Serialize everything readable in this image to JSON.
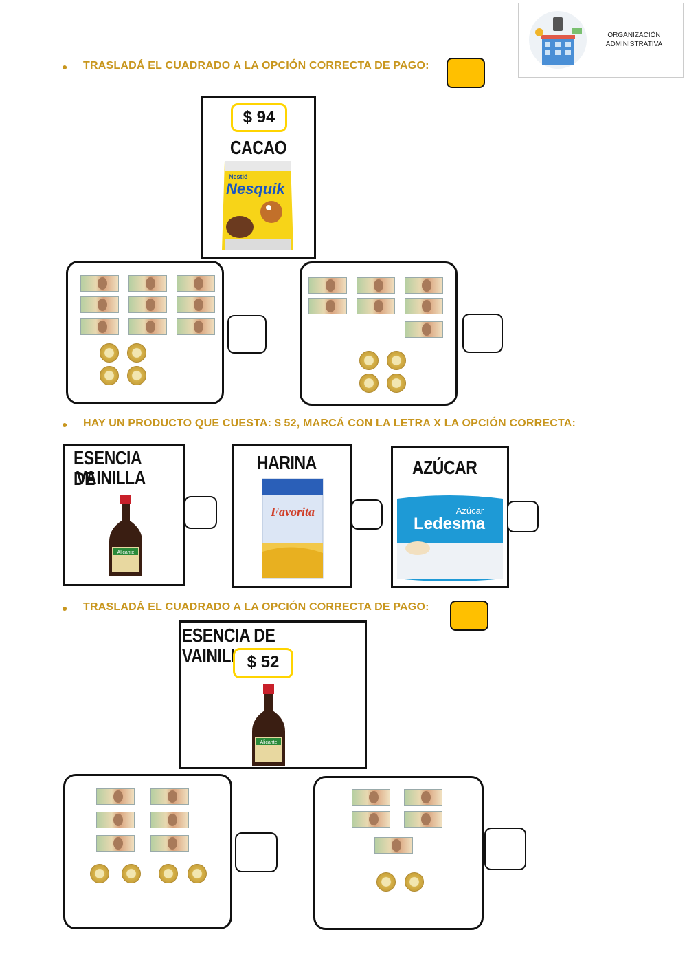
{
  "header": {
    "logo_text_line1": "ORGANIZACIÓN",
    "logo_text_line2": "ADMINISTRATIVA"
  },
  "section1": {
    "instruction": "TRASLADÁ EL CUADRADO A LA OPCIÓN CORRECTA DE PAGO:",
    "product": {
      "price": "$ 94",
      "name": "CACAO",
      "brand": "Nesquik",
      "maker": "Nestlé"
    },
    "options": [
      {
        "bills": 9,
        "coins": 4
      },
      {
        "bills": 7,
        "coins": 4
      }
    ]
  },
  "section2": {
    "instruction": "HAY UN PRODUCTO QUE CUESTA: $ 52, MARCÁ CON LA LETRA X LA OPCIÓN CORRECTA:",
    "products": [
      {
        "name_line1": "ESENCIA DE",
        "name_line2": "VAINILLA",
        "brand": "Alicante"
      },
      {
        "name_line1": "HARINA",
        "name_line2": "",
        "brand": "Favorita"
      },
      {
        "name_line1": "AZÚCAR",
        "name_line2": "",
        "brand": "Ledesma"
      }
    ]
  },
  "section3": {
    "instruction": "TRASLADÁ EL CUADRADO A LA OPCIÓN CORRECTA DE PAGO:",
    "product": {
      "price": "$ 52",
      "name": "ESENCIA DE  VAINILLA",
      "brand": "Alicante"
    },
    "options": [
      {
        "bills": 6,
        "coins": 4
      },
      {
        "bills": 5,
        "coins": 2
      }
    ]
  },
  "colors": {
    "instruction": "#c8961e",
    "draggable_square": "#ffc000",
    "price_border": "#ffd400"
  }
}
